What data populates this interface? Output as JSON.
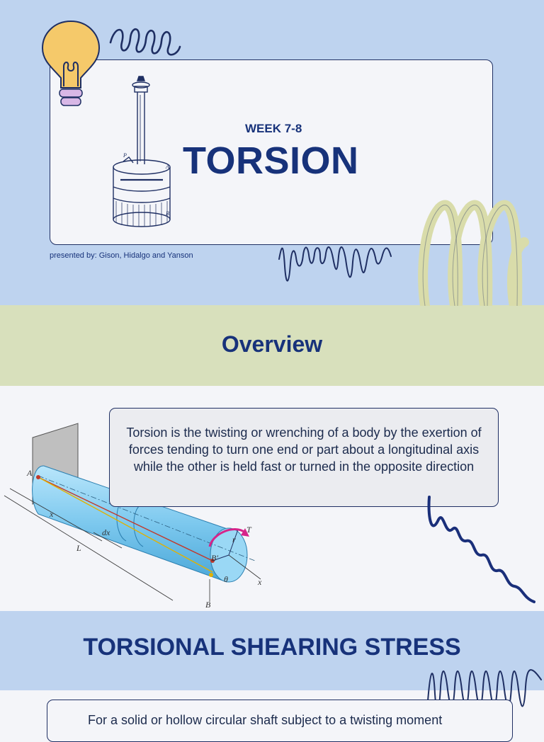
{
  "hero": {
    "week": "WEEK 7-8",
    "title": "TORSION",
    "presenter": "presented by: Gison, Hidalgo and Yanson"
  },
  "overview": {
    "heading": "Overview",
    "definition": "Torsion is the twisting or wrenching of a body by the exertion of forces tending to turn one end or part about a longitudinal axis while the other is held fast or turned in the opposite direction"
  },
  "shaft_diagram": {
    "labels": {
      "A": "A",
      "B": "B",
      "B_prime": "B′",
      "T": "T",
      "r": "r",
      "theta": "θ",
      "x_axis": "x",
      "x_dim": "x",
      "dx": "dx",
      "L": "L"
    }
  },
  "apparatus_labels": {
    "P": "P",
    "A": "A",
    "B": "B"
  },
  "stress": {
    "heading": "TORSIONAL SHEARING STRESS",
    "intro": "For a solid or hollow circular shaft subject to a twisting moment"
  },
  "colors": {
    "navy": "#17327a",
    "light_blue": "#bed3ef",
    "sage": "#d8e0bc",
    "coil": "#d9dcaa",
    "bulb": "#f5c96a",
    "bulb_base": "#d8b7e6",
    "shaft": "#7cc8ee",
    "torque_arrow": "#d6248a"
  },
  "icons": [
    "lightbulb-icon",
    "squiggle-icon",
    "coil-spring-icon",
    "wave-icon",
    "zigzag-icon"
  ]
}
